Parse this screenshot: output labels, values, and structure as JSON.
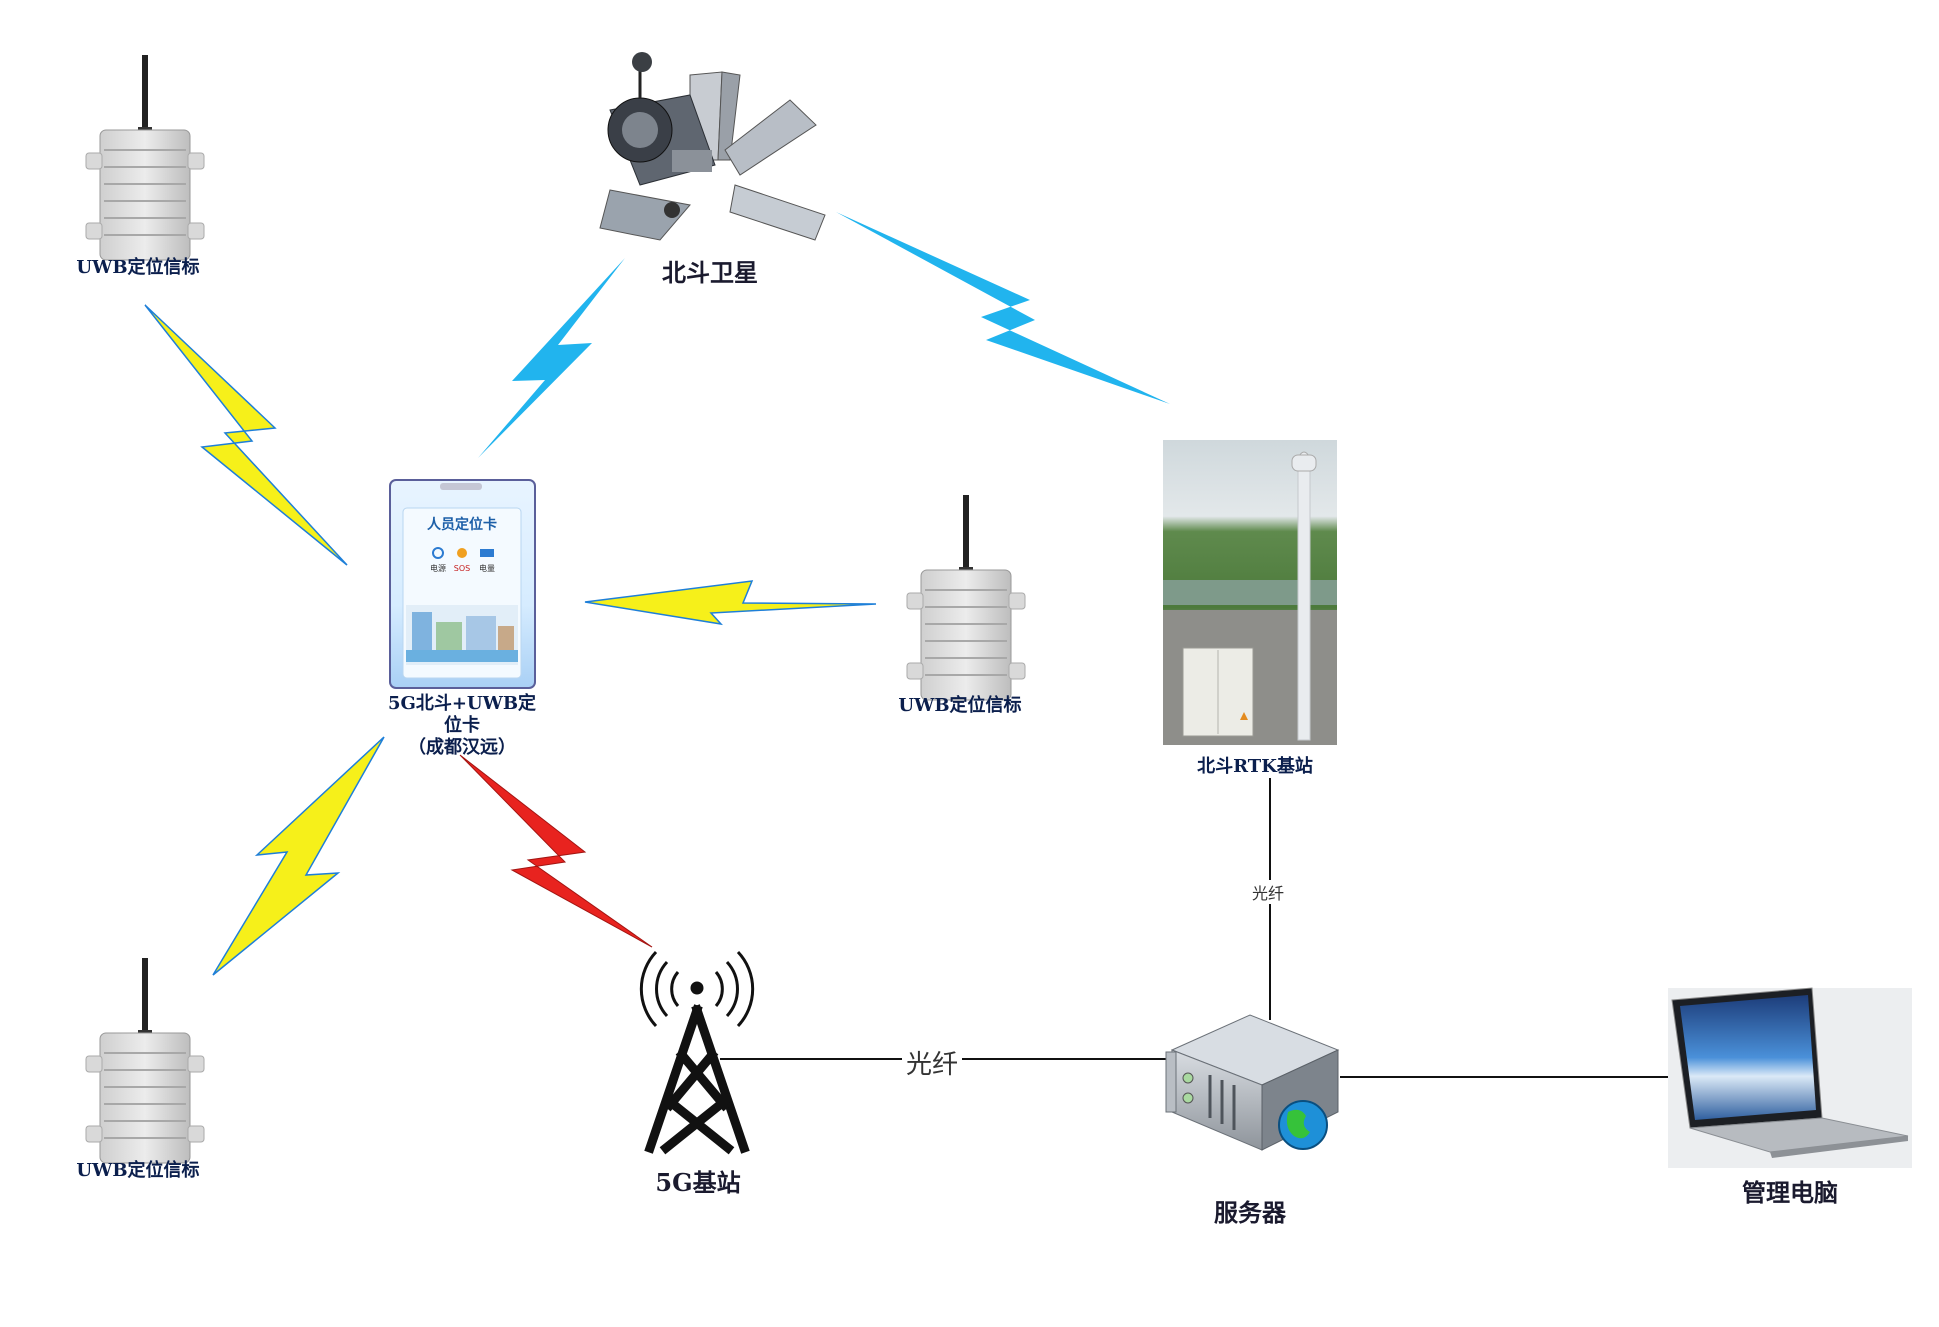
{
  "nodes": {
    "beacon_top_left": "UWB定位信标",
    "beacon_mid_right": "UWB定位信标",
    "beacon_bottom_left": "UWB定位信标",
    "satellite": "北斗卫星",
    "card_label_line1": "5G北斗+UWB定",
    "card_label_line2": "位卡",
    "card_label_line3": "（成都汉远）",
    "card_screen_title": "人员定位卡",
    "card_icons": [
      "电源",
      "SOS",
      "电量"
    ],
    "rtk_station": "北斗RTK基站",
    "tower_5g": "5G基站",
    "server": "服务器",
    "management_pc": "管理电脑"
  },
  "edges": {
    "fiber_5g_server": "光纤",
    "fiber_rtk_server": "光纤"
  },
  "colors": {
    "wireless_uwb": "#f6f01a",
    "wireless_uwb_edge": "#1e7fd8",
    "wireless_satellite": "#21b4ee",
    "wireless_5g": "#e8231f",
    "wire": "#111111"
  }
}
